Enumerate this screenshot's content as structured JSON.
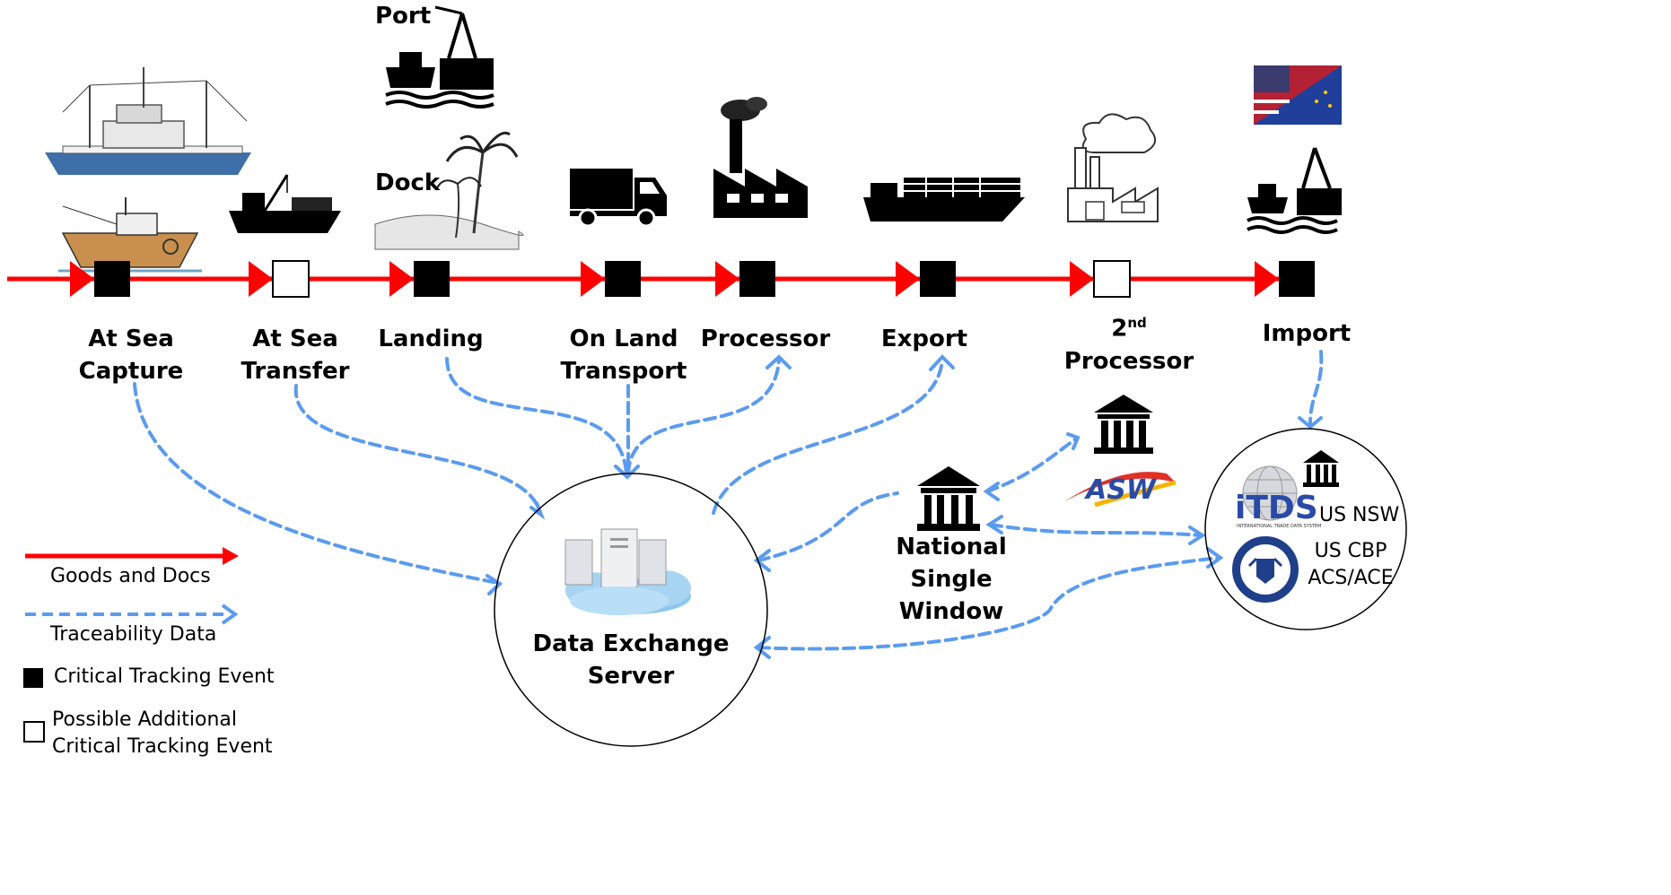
{
  "colors": {
    "goods_line": "#ff0000",
    "trace_line": "#5b9bef",
    "cte_filled": "#000000",
    "cte_possible": "#ffffff"
  },
  "top_labels": {
    "port": "Port",
    "dock": "Dock"
  },
  "stages": [
    {
      "line1": "At Sea",
      "line2": "Capture",
      "event": "filled",
      "icon": "fishing-boat-icon"
    },
    {
      "line1": "At Sea",
      "line2": "Transfer",
      "event": "possible",
      "icon": "cargo-ship-crane-icon"
    },
    {
      "line1": "Landing",
      "line2": "",
      "event": "filled",
      "icon": "beach-palm-icon"
    },
    {
      "line1": "On Land",
      "line2": "Transport",
      "event": "filled",
      "icon": "truck-icon"
    },
    {
      "line1": "Processor",
      "line2": "",
      "event": "filled",
      "icon": "factory-icon"
    },
    {
      "line1": "Export",
      "line2": "",
      "event": "filled",
      "icon": "container-ship-icon"
    },
    {
      "line1": "2",
      "line1_sup": "nd",
      "line2": "Processor",
      "event": "possible",
      "icon": "factory-outline-icon"
    },
    {
      "line1": "Import",
      "line2": "",
      "event": "filled",
      "icon": "port-crane-icon"
    }
  ],
  "server": {
    "line1": "Data Exchange",
    "line2": "Server"
  },
  "nsw": {
    "line1": "National",
    "line2": "Single",
    "line3": "Window"
  },
  "asw_logo": "ASW",
  "us_agencies": {
    "itds": "iTDS",
    "itds_caption": "INTERNATIONAL TRADE DATA SYSTEM",
    "us_nsw": "US NSW",
    "cbp_line1": "US CBP",
    "cbp_line2": "ACS/ACE"
  },
  "legend": {
    "goods": "Goods and Docs",
    "trace": "Traceability Data",
    "cte": "Critical Tracking Event",
    "possible_line1": "Possible Additional",
    "possible_line2": "Critical Tracking Event"
  }
}
